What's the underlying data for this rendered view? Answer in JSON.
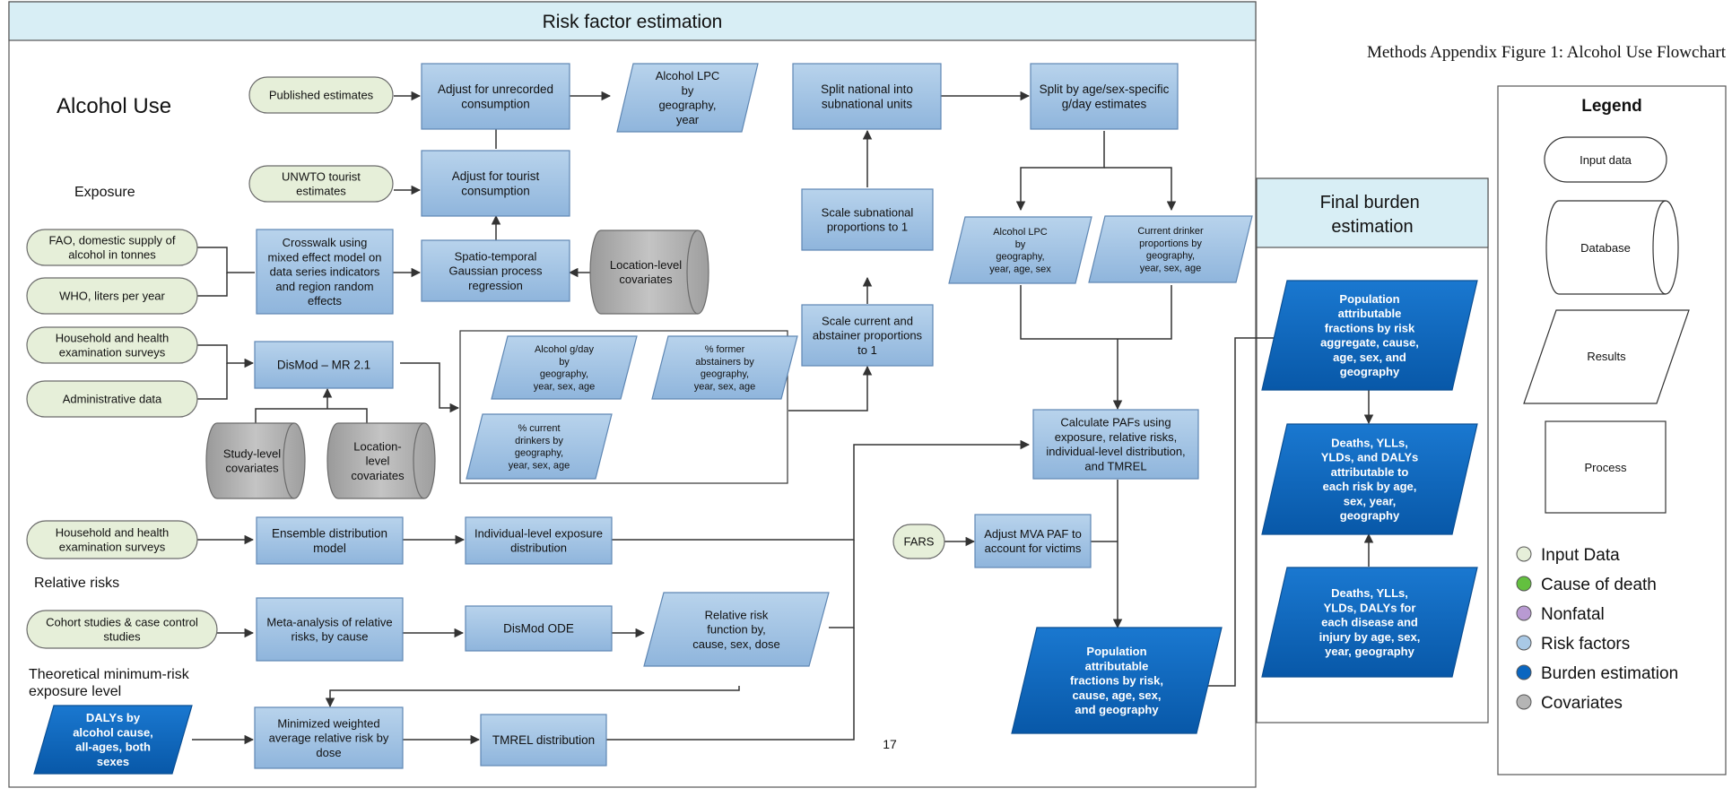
{
  "header": {
    "risk_title": "Risk factor estimation",
    "final_title": [
      "Final burden",
      "estimation"
    ],
    "figure_caption": "Methods Appendix Figure 1: Alcohol Use Flowchart",
    "page_number": "17"
  },
  "sections": {
    "alcohol_use": "Alcohol Use",
    "exposure": "Exposure",
    "relative_risks": "Relative risks",
    "tmrel": [
      "Theoretical minimum-risk",
      "exposure level"
    ]
  },
  "inputs": {
    "published": [
      "Published estimates"
    ],
    "unwto": [
      "UNWTO tourist",
      "estimates"
    ],
    "fao": [
      "FAO, domestic supply of",
      "alcohol in tonnes"
    ],
    "who": [
      "WHO, liters per year"
    ],
    "hh_surveys_1": [
      "Household and health",
      "examination surveys"
    ],
    "admin": [
      "Administrative data"
    ],
    "hh_surveys_2": [
      "Household and health",
      "examination surveys"
    ],
    "cohort": [
      "Cohort studies & case control",
      "studies"
    ],
    "fars": [
      "FARS"
    ]
  },
  "databases": {
    "loc_cov_1": [
      "Location-level",
      "covariates"
    ],
    "study_cov": [
      "Study-level",
      "covariates"
    ],
    "loc_cov_2": [
      "Location-",
      "level",
      "covariates"
    ]
  },
  "processes": {
    "adj_unrecorded": [
      "Adjust for unrecorded",
      "consumption"
    ],
    "adj_tourist": [
      "Adjust for tourist",
      "consumption"
    ],
    "crosswalk": [
      "Crosswalk using",
      "mixed effect model on",
      "data series indicators",
      "and region random",
      "effects"
    ],
    "stgpr": [
      "Spatio-temporal",
      "Gaussian process",
      "regression"
    ],
    "dismod_mr": [
      "DisMod – MR 2.1"
    ],
    "split_national": [
      "Split national into",
      "subnational units"
    ],
    "scale_subnat": [
      "Scale subnational",
      "proportions to 1"
    ],
    "scale_current": [
      "Scale current and",
      "abstainer proportions",
      "to 1"
    ],
    "split_age": [
      "Split by age/sex-specific",
      "g/day estimates"
    ],
    "calc_paf": [
      "Calculate PAFs using",
      "exposure, relative risks,",
      "individual-level distribution,",
      "and TMREL"
    ],
    "adj_mva": [
      "Adjust MVA PAF to",
      "account for victims"
    ],
    "ensemble": [
      "Ensemble distribution",
      "model"
    ],
    "indiv_exposure": [
      "Individual-level exposure",
      "distribution"
    ],
    "meta_analysis": [
      "Meta-analysis of relative",
      "risks, by cause"
    ],
    "dismod_ode": [
      "DisMod ODE"
    ],
    "min_weighted": [
      "Minimized weighted",
      "average relative risk by",
      "dose"
    ],
    "tmrel_dist": [
      "TMREL distribution"
    ]
  },
  "results": {
    "lpc_geo_year": [
      "Alcohol LPC",
      "by",
      "geography,",
      "year"
    ],
    "lpc_age_sex": [
      "Alcohol LPC",
      "by",
      "geography,",
      "year, age, sex"
    ],
    "current_drinker_prop": [
      "Current drinker",
      "proportions by",
      "geography,",
      "year, sex, age"
    ],
    "gday": [
      "Alcohol g/day",
      "by",
      "geography,",
      "year, sex, age"
    ],
    "former_abstainers": [
      "% former",
      "abstainers by",
      "geography,",
      "year, sex, age"
    ],
    "current_drinkers": [
      "% current",
      "drinkers by",
      "geography,",
      "year, sex, age"
    ],
    "rr_function": [
      "Relative risk",
      "function by,",
      "cause, sex, dose"
    ]
  },
  "burden": {
    "dalys_by_cause": [
      "DALYs by",
      "alcohol cause,",
      "all-ages, both",
      "sexes"
    ],
    "paf_by_risk": [
      "Population",
      "attributable",
      "fractions by risk,",
      "cause, age, sex,",
      "and geography"
    ],
    "paf_aggregate": [
      "Population",
      "attributable",
      "fractions by risk",
      "aggregate, cause,",
      "age, sex, and",
      "geography"
    ],
    "deaths_attrib": [
      "Deaths, YLLs,",
      "YLDs, and DALYs",
      "attributable to",
      "each risk by age,",
      "sex, year,",
      "geography"
    ],
    "deaths_each": [
      "Deaths, YLLs,",
      "YLDs, DALYs for",
      "each disease and",
      "injury by age, sex,",
      "year, geography"
    ]
  },
  "legend": {
    "title": "Legend",
    "shapes": [
      "Input data",
      "Database",
      "Results",
      "Process"
    ],
    "colors": [
      {
        "label": "Input Data",
        "color": "#e6efd9"
      },
      {
        "label": "Cause of death",
        "color": "#63c03f"
      },
      {
        "label": "Nonfatal",
        "color": "#b89ad2"
      },
      {
        "label": "Risk factors",
        "color": "#a9c9e6"
      },
      {
        "label": "Burden estimation",
        "color": "#0a66c0"
      },
      {
        "label": "Covariates",
        "color": "#b5b5b5"
      }
    ]
  }
}
